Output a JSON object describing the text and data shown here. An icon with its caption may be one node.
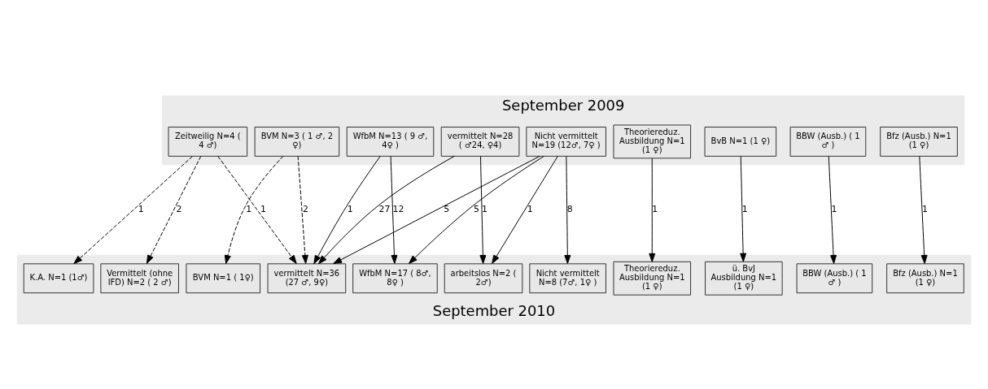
{
  "diagram": {
    "nodes": [
      {
        "text": [
          "September 2009"
        ]
      },
      {
        "text": [
          "Zeitweilig N=4 ( 4 ♂)"
        ],
        "in": 0
      },
      {
        "text": [
          "vermittelt N=28 ( ♂24, ♀4)"
        ],
        "in": 0
      },
      {
        "text": [
          "BVM N=3 ( 1 ♂, 2 ♀)"
        ],
        "in": 0
      },
      {
        "text": [
          "Nicht vermittelt N=19 (12♂, 7♀ )"
        ],
        "in": 0
      },
      {
        "text": [
          "WfbM N=13 ( 9 ♂, 4♀ )"
        ],
        "in": 0
      },
      {
        "text": [
          "Theoriereduz. Ausbildung N=1 (1 ♀)"
        ],
        "in": 0
      },
      {
        "text": [
          "BvB N=1 (1 ♀)"
        ],
        "in": 0
      },
      {
        "text": [
          "BBW (Ausb.) ( 1 ♂ )"
        ],
        "in": 0
      },
      {
        "text": [
          "Bfz (Ausb.) N=1 (1 ♀)"
        ],
        "in": 0
      },
      {
        "text": [
          "September 2010"
        ]
      },
      {
        "text": [
          "Vermittelt (ohne IFD) N=2 ( 2 ♂)"
        ],
        "in": 10
      },
      {
        "text": [
          "vermittelt N=36 (27 ♂, 9♀)"
        ],
        "in": 10
      },
      {
        "text": [
          "K.A. N=1 (1♂)"
        ],
        "in": 10
      },
      {
        "text": [
          "arbeitslos N=2 ( 2♂)"
        ],
        "in": 10
      },
      {
        "text": [
          "BVM N=1 ( 1♀)"
        ],
        "in": 10
      },
      {
        "text": [
          "Nicht vermittelt N=8 (7♂, 1♀ )"
        ],
        "in": 10
      },
      {
        "text": [
          "WfbM N=17 ( 8♂, 8♀ )"
        ],
        "in": 10
      },
      {
        "text": [
          "Theoriereduz. Ausbildung N=1 (1 ♀)"
        ],
        "in": 10
      },
      {
        "text": [
          "ü. BvJ Ausbildung N=1 (1 ♀)"
        ],
        "in": 10
      },
      {
        "text": [
          "BBW (Ausb.) ( 1 ♂ )"
        ],
        "in": 10
      },
      {
        "text": [
          "Bfz (Ausb.) N=1 (1 ♀)"
        ],
        "in": 10
      }
    ],
    "edges": [
      {
        "from": 1,
        "to": 11,
        "arrow": "to",
        "label": "2",
        "style": "dashed"
      },
      {
        "from": 1,
        "to": 12,
        "arrow": "to",
        "label": "1",
        "style": "dashed"
      },
      {
        "from": 1,
        "to": 13,
        "arrow": "to",
        "label": "1",
        "style": "dashed"
      },
      {
        "from": 2,
        "to": 12,
        "arrow": "to",
        "label": "27"
      },
      {
        "from": 2,
        "to": 14,
        "arrow": "to",
        "label": "1"
      },
      {
        "from": 3,
        "to": 12,
        "arrow": "to",
        "label": "2",
        "style": "dashed"
      },
      {
        "from": 3,
        "to": 15,
        "arrow": "to",
        "label": "1",
        "style": "dashed"
      },
      {
        "from": 4,
        "to": 12,
        "arrow": "to",
        "label": "5"
      },
      {
        "from": 4,
        "to": 14,
        "arrow": "to",
        "label": "1"
      },
      {
        "from": 4,
        "to": 16,
        "arrow": "to",
        "label": "8"
      },
      {
        "from": 4,
        "to": 17,
        "arrow": "to",
        "label": "5"
      },
      {
        "from": 5,
        "to": 12,
        "arrow": "to",
        "label": "1"
      },
      {
        "from": 5,
        "to": 17,
        "arrow": "to",
        "label": "12"
      },
      {
        "from": 6,
        "to": 18,
        "arrow": "to",
        "label": "1"
      },
      {
        "from": 7,
        "to": 19,
        "arrow": "to",
        "label": "1"
      },
      {
        "from": 8,
        "to": 20,
        "arrow": "to",
        "label": "1"
      },
      {
        "from": 9,
        "to": 21,
        "arrow": "to",
        "label": "1"
      }
    ]
  }
}
